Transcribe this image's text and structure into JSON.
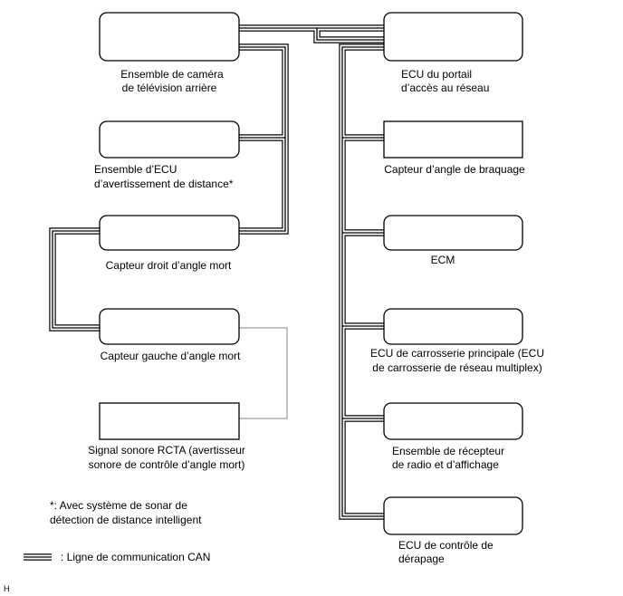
{
  "left_column": {
    "rear_camera": {
      "line1": "Ensemble de caméra",
      "line2": "de télévision arrière"
    },
    "distance_warning_ecu": {
      "line1": "Ensemble d’ECU",
      "line2": "d’avertissement de distance*"
    },
    "blind_spot_right": {
      "line1": "Capteur droit d’angle mort"
    },
    "blind_spot_left": {
      "line1": "Capteur gauche d’angle mort"
    },
    "rcta_buzzer": {
      "line1": "Signal sonore RCTA (avertisseur",
      "line2": "sonore de contrôle d’angle mort)"
    }
  },
  "right_column": {
    "network_gateway_ecu": {
      "line1": "ECU du portail",
      "line2": "d’accès au réseau"
    },
    "steering_angle_sensor": {
      "line1": "Capteur d’angle de braquage"
    },
    "ecm": {
      "line1": "ECM"
    },
    "main_body_ecu": {
      "line1": "ECU de carrosserie principale (ECU",
      "line2": "de carrosserie de réseau multiplex)"
    },
    "radio_display": {
      "line1": "Ensemble de récepteur",
      "line2": "de radio et d’affichage"
    },
    "skid_control_ecu": {
      "line1": "ECU de contrôle de",
      "line2": "dérapage"
    }
  },
  "footnote": {
    "line1": "*: Avec système de sonar de",
    "line2": "détection de distance intelligent"
  },
  "legend": {
    "can_line_label": ": Ligne de communication CAN"
  },
  "corner_mark": "H",
  "colors": {
    "line": "#000000",
    "signal_line": "#808080",
    "background": "#ffffff"
  }
}
